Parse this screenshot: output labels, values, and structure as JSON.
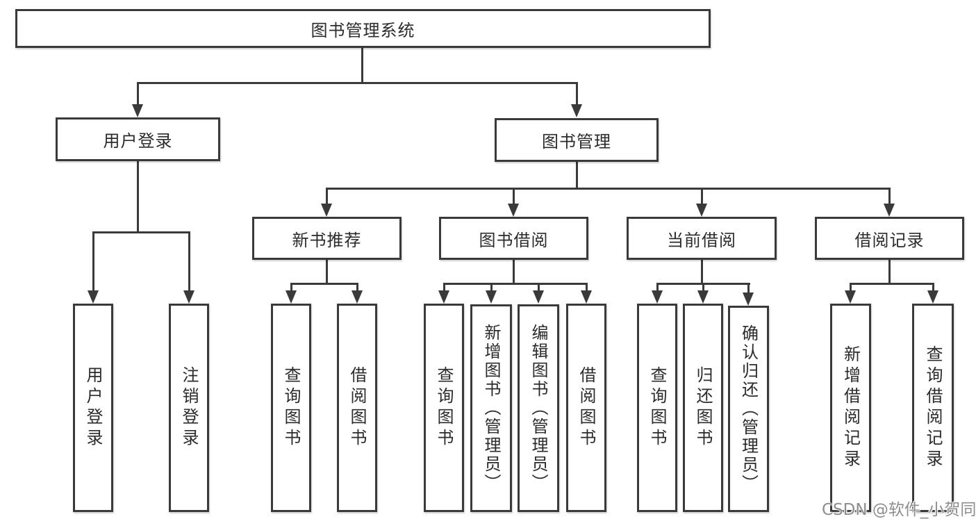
{
  "diagram": {
    "title": "图书管理系统",
    "level1": {
      "user_login": "用户登录",
      "book_management": "图书管理"
    },
    "level2": {
      "new_book": "新书推荐",
      "book_borrow": "图书借阅",
      "current_borrow": "当前借阅",
      "borrow_record": "借阅记录"
    },
    "leaves": {
      "user_login": [
        "用户登录",
        "注销登录"
      ],
      "new_book": [
        "查询图书",
        "借阅图书"
      ],
      "book_borrow": [
        "查询图书",
        "新增图书（管理员）",
        "编辑图书（管理员）",
        "借阅图书"
      ],
      "current_borrow": [
        "查询图书",
        "归还图书",
        "确认归还（管理员）"
      ],
      "borrow_record": [
        "新增借阅记录",
        "查询借阅记录"
      ]
    },
    "watermark": "CSDN @软件_小贺同学",
    "colors": {
      "line": "#3a3a3a",
      "text": "#2b2b2b",
      "watermark": "#8e8e8e",
      "background": "#ffffff"
    }
  }
}
